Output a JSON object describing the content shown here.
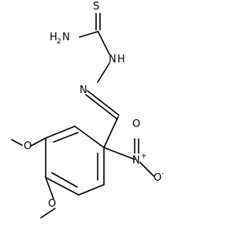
{
  "molecule": {
    "atoms": {
      "sulfur": "S",
      "amine_n": "N",
      "amine_h": "H",
      "amine_sub": "2",
      "hydrazine_n": "N",
      "hydrazine_h": "H",
      "imine_n": "N",
      "nitro_n": "N",
      "nitro_charge_plus": "+",
      "nitro_o_top": "O",
      "nitro_o_bottom": "O",
      "nitro_charge_minus": "-",
      "methoxy_o_upper": "O",
      "methoxy_o_lower": "O"
    }
  },
  "colors": {
    "bond": "#000000",
    "background": "#ffffff"
  }
}
